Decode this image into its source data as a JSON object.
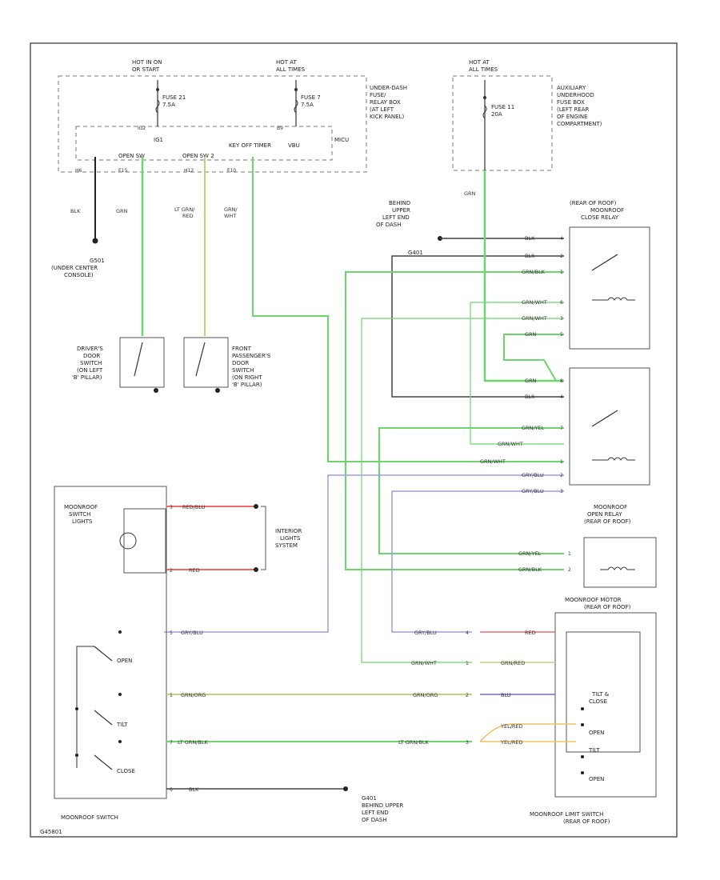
{
  "hot_in_on_start": [
    "HOT IN ON",
    "OR START"
  ],
  "hot_at_all_times": [
    "HOT AT",
    "ALL TIMES"
  ],
  "hot_at_all_times_aux": [
    "HOT AT",
    "ALL TIMES"
  ],
  "fuse21": [
    "FUSE 21",
    "7.5A"
  ],
  "fuse7": [
    "FUSE 7",
    "7.5A"
  ],
  "fuse11": [
    "FUSE 11",
    "20A"
  ],
  "underdash_box": [
    "UNDER-DASH",
    "FUSE/",
    "RELAY BOX",
    "(AT LEFT",
    "KICK PANEL)"
  ],
  "aux_box": [
    "AUXILIARY",
    "UNDERHOOD",
    "FUSE BOX",
    "(LEFT REAR",
    "OF ENGINE",
    "COMPARTMENT)"
  ],
  "micu": "MICU",
  "ig1": "IG1",
  "open_sw": "OPEN SW",
  "open_sw2": "OPEN SW 2",
  "key_off_timer": "KEY OFF TIMER",
  "vbu": "VBU",
  "conn_ig": "IG2",
  "conn_vb": "B9",
  "conn_h6": "H6",
  "conn_e15": "E15",
  "conn_h12": "H12",
  "conn_f10": "F10",
  "w_blk": "BLK",
  "w_grn": "GRN",
  "w_ltgrn_red": [
    "LT GRN/",
    "RED"
  ],
  "w_grn_wht": [
    "GRN/",
    "WHT"
  ],
  "w_grn_top": "GRN",
  "g501": [
    "G501",
    "(UNDER CENTER",
    "CONSOLE)"
  ],
  "drv_door": [
    "DRIVER'S",
    "DOOR",
    "SWITCH",
    "(ON LEFT",
    "'B' PILLAR)"
  ],
  "pass_door": [
    "FRONT",
    "PASSENGER'S",
    "DOOR",
    "SWITCH",
    "(ON RIGHT",
    "'B' PILLAR)"
  ],
  "behind_upper": [
    "BEHIND",
    "UPPER",
    "LEFT END",
    "OF DASH"
  ],
  "g401": "G401",
  "close_relay": [
    "(REAR OF ROOF)",
    "MOONROOF",
    "CLOSE RELAY"
  ],
  "close_relay_wires": [
    "BLK",
    "BLK",
    "GRN/BLK",
    "GRN/WHT",
    "GRN/WHT",
    "GRN"
  ],
  "close_relay_pins": [
    "4",
    "2",
    "1",
    "6",
    "3",
    "5"
  ],
  "mid_relay_wires": [
    "GRN",
    "BLK",
    "GRN/YEL",
    "GRN/WHT",
    "GRN/WHT",
    "GRY/BLU",
    "GRY/BLU"
  ],
  "mid_relay_pins": [
    "8",
    "4",
    "7",
    "1",
    "2",
    "3"
  ],
  "open_relay": [
    "MOONROOF",
    "OPEN RELAY",
    "(REAR OF ROOF)"
  ],
  "open_relay_wires": [
    "GRN/YEL",
    "GRN/BLK"
  ],
  "open_relay_pins": [
    "1",
    "2"
  ],
  "moonroof_switch_lights": [
    "MOONROOF",
    "SWITCH",
    "LIGHTS"
  ],
  "interior_lights": [
    "INTERIOR",
    "LIGHTS",
    "SYSTEM"
  ],
  "w_red_blu": "RED/BLU",
  "w_red": "RED",
  "pin_3": "3",
  "pin_2": "2",
  "pin_5": "5",
  "pin_1": "1",
  "pin_7": "7",
  "pin_6": "6",
  "w_gry_blu": "GRY/BLU",
  "w_grn_org": "GRN/ORG",
  "w_lt_grn_blk": "LT GRN/BLK",
  "w_blk_bot": "BLK",
  "sw_open": "OPEN",
  "sw_tilt": "TILT",
  "sw_close": "CLOSE",
  "moonroof_switch": "MOONROOF SWITCH",
  "g401_bottom": [
    "G401",
    "BEHIND UPPER",
    "LEFT END",
    "OF DASH"
  ],
  "motor": [
    "MOONROOF MOTOR",
    "(REAR OF ROOF)"
  ],
  "motor_left_wires": [
    "GRY/BLU",
    "GRN/WHT",
    "GRN/ORG",
    "LT GRN/BLK"
  ],
  "motor_left_pins": [
    "4",
    "1",
    "2",
    "3"
  ],
  "motor_right_wires": [
    "RED",
    "GRN/RED",
    "BLU",
    "YEL/RED",
    "YEL/RED"
  ],
  "tilt_close": [
    "TILT &",
    "CLOSE"
  ],
  "limit_open": "OPEN",
  "limit_tilt": "TILT",
  "limit_open2": "OPEN",
  "limit_switch": [
    "MOONROOF LIMIT SWITCH",
    "(REAR OF ROOF)"
  ],
  "figure_id": "G45801"
}
